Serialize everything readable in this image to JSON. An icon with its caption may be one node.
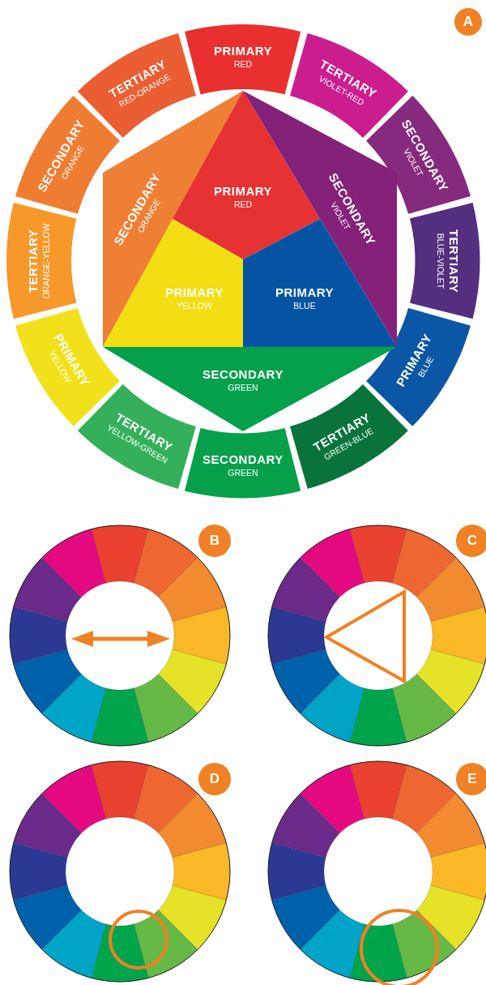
{
  "diagram": {
    "nodes": [
      {
        "text": [
          "PRIMARY",
          "RED"
        ]
      },
      {
        "text": [
          "TERTIARY",
          "VIOLET-RED"
        ]
      },
      {
        "text": [
          "SECONDARY",
          "VIOLET"
        ]
      },
      {
        "text": [
          "TERTIARY",
          "BLUE-VIOLET"
        ]
      },
      {
        "text": [
          "PRIMARY",
          "BLUE"
        ]
      },
      {
        "text": [
          "TERTIARY",
          "GREEN-BLUE"
        ]
      },
      {
        "text": [
          "SECONDARY",
          "GREEN"
        ]
      },
      {
        "text": [
          "TERTIARY",
          "YELLOW-GREEN"
        ]
      },
      {
        "text": [
          "PRIMARY",
          "YELLOW"
        ]
      },
      {
        "text": [
          "TERTIARY",
          "ORANGE-YELLOW"
        ]
      },
      {
        "text": [
          "SECONDARY",
          "ORANGE"
        ]
      },
      {
        "text": [
          "TERTIARY",
          "RED-ORANGE"
        ]
      },
      {
        "text": [
          "SECONDARY",
          "ORANGE"
        ]
      },
      {
        "text": [
          "PRIMARY",
          "RED"
        ]
      },
      {
        "text": [
          "SECONDARY",
          "VIOLET"
        ]
      },
      {
        "text": [
          "PRIMARY",
          "YELLOW"
        ]
      },
      {
        "text": [
          "PRIMARY",
          "BLUE"
        ]
      },
      {
        "text": [
          "SECONDARY",
          "GREEN"
        ]
      },
      {
        "text": [
          "A"
        ]
      },
      {
        "text": [
          "B"
        ]
      },
      {
        "text": [
          "C"
        ]
      },
      {
        "text": [
          "D"
        ]
      },
      {
        "text": [
          "E"
        ]
      }
    ]
  }
}
